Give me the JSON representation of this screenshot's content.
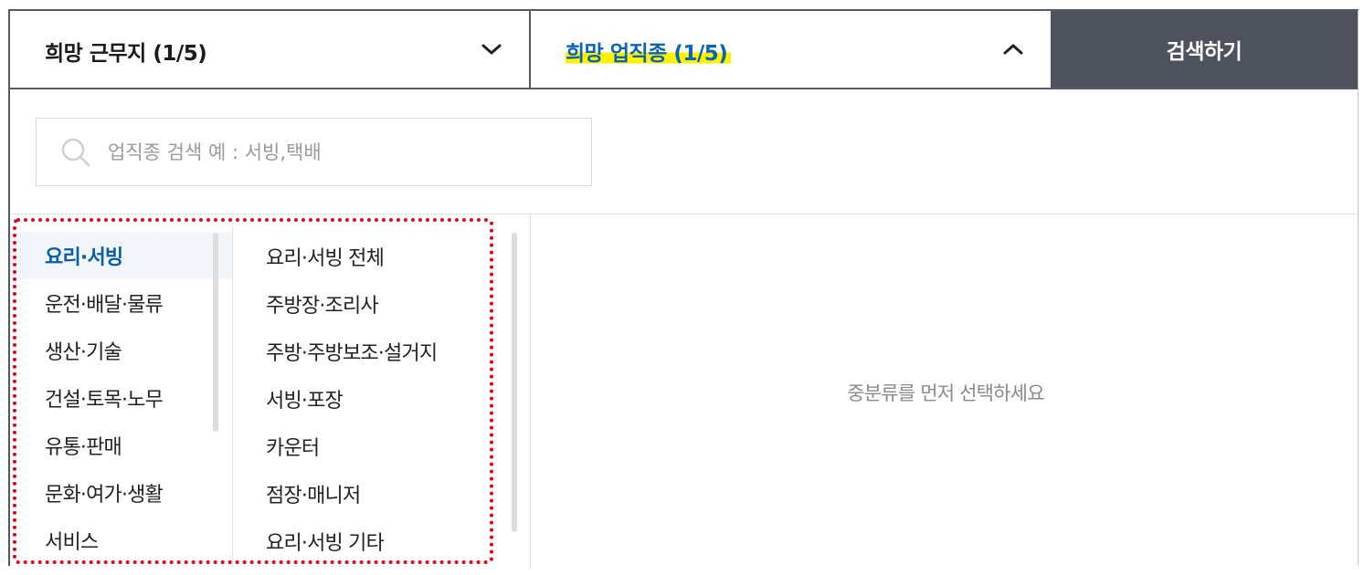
{
  "filter_bar": {
    "location_label": "희망 근무지 (1/5)",
    "job_label": "희망 업직종 (1/5)",
    "search_button": "검색하기"
  },
  "search": {
    "placeholder": "업직종 검색 예 : 서빙,택배"
  },
  "categories": [
    "요리·서빙",
    "운전·배달·물류",
    "생산·기술",
    "건설·토목·노무",
    "유통·판매",
    "문화·여가·생활",
    "서비스"
  ],
  "subcategories": [
    "요리·서빙 전체",
    "주방장·조리사",
    "주방·주방보조·설거지",
    "서빙·포장",
    "카운터",
    "점장·매니저",
    "요리·서빙 기타"
  ],
  "detail": {
    "empty_message": "중분류를 먼저 선택하세요"
  },
  "colors": {
    "active_text": "#0a5da8",
    "highlight": "#fff200",
    "button_bg": "#4d525c",
    "annotation": "#e6001e"
  },
  "icons": {
    "location_toggle": "chevron-down-icon",
    "job_toggle": "chevron-up-icon",
    "search": "search-icon"
  }
}
